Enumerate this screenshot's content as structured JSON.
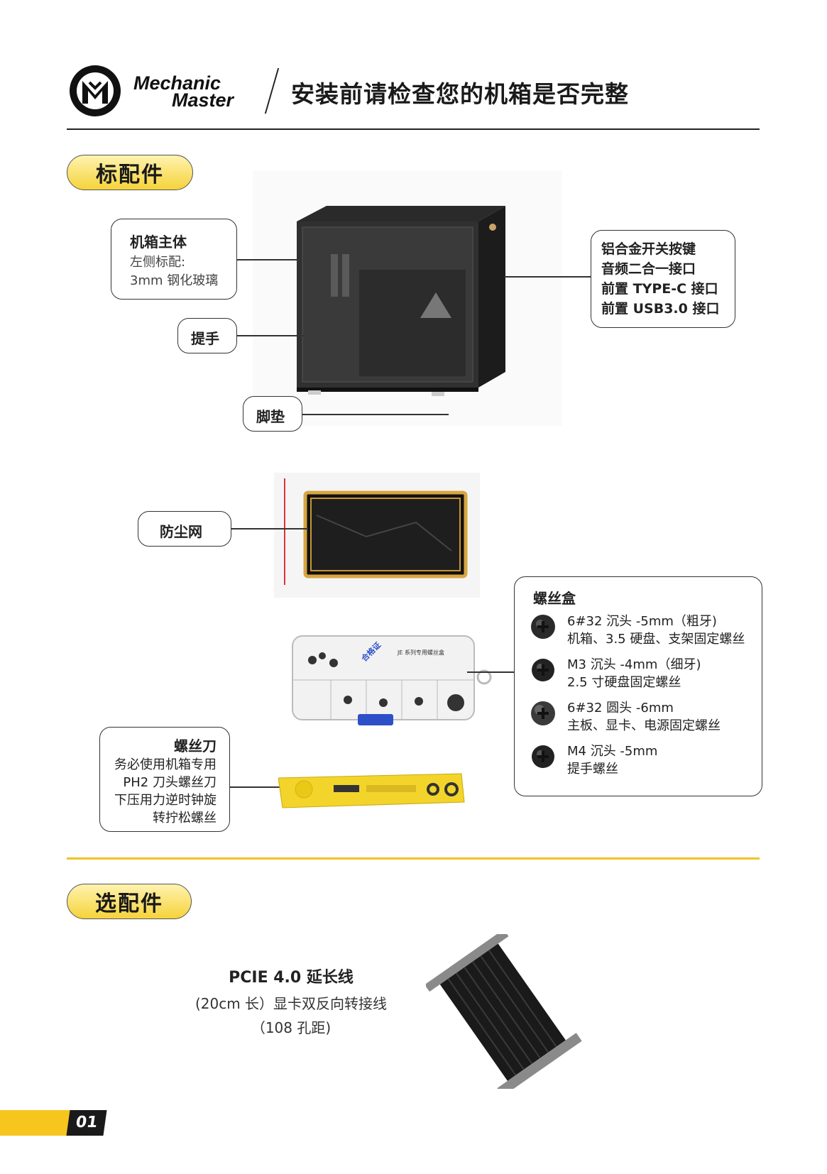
{
  "header": {
    "brand_line1": "Mechanic",
    "brand_line2": "Master",
    "title": "安装前请检查您的机箱是否完整"
  },
  "standard_section": {
    "label": "标配件"
  },
  "optional_section": {
    "label": "选配件"
  },
  "case": {
    "body_callout": {
      "title": "机箱主体",
      "line1": "左侧标配:",
      "line2": "3mm 钢化玻璃"
    },
    "handle_callout": "提手",
    "feet_callout": "脚垫",
    "io_callout": [
      "铝合金开关按键",
      "音频二合一接口",
      "前置 TYPE-C 接口",
      "前置 USB3.0 接口"
    ]
  },
  "dust_filter": {
    "label": "防尘网"
  },
  "screw_box": {
    "title": "螺丝盒",
    "box_tag": "合格证",
    "box_caption": "JE 系列专用螺丝盒",
    "items": [
      {
        "icon": "screw-flat-head-icon",
        "spec": "6#32 沉头 -5mm（粗牙)",
        "use": "机箱、3.5 硬盘、支架固定螺丝"
      },
      {
        "icon": "screw-flat-head-icon",
        "spec": "M3 沉头 -4mm（细牙)",
        "use": "2.5 寸硬盘固定螺丝"
      },
      {
        "icon": "screw-round-head-icon",
        "spec": "6#32 圆头 -6mm",
        "use": "主板、显卡、电源固定螺丝"
      },
      {
        "icon": "screw-flat-head-icon",
        "spec": "M4 沉头 -5mm",
        "use": "提手螺丝"
      }
    ]
  },
  "screwdriver": {
    "title": "螺丝刀",
    "lines": [
      "务必使用机箱专用",
      "PH2 刀头螺丝刀",
      "下压用力逆时钟旋",
      "转拧松螺丝"
    ]
  },
  "pcie": {
    "title": "PCIE 4.0 延长线",
    "line1": "(20cm 长）显卡双反向转接线",
    "line2": "（108 孔距)"
  },
  "page_number": "01",
  "colors": {
    "accent_yellow": "#f6d33a",
    "dark": "#1a1a1a"
  }
}
